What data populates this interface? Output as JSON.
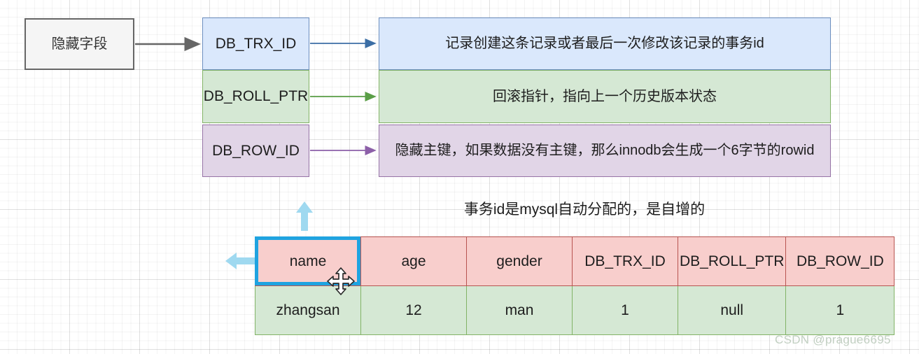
{
  "diagram": {
    "source": {
      "label": "隐藏字段"
    },
    "fields": [
      {
        "key": "trx",
        "label": "DB_TRX_ID",
        "description": "记录创建这条记录或者最后一次修改该记录的事务id",
        "fill": "#dae8fc",
        "stroke": "#6c8ebf"
      },
      {
        "key": "roll",
        "label": "DB_ROLL_PTR",
        "description": "回滚指针，指向上一个历史版本状态",
        "fill": "#d5e8d4",
        "stroke": "#82b366"
      },
      {
        "key": "row",
        "label": "DB_ROW_ID",
        "description": "隐藏主键，如果数据没有主键，那么innodb会生成一个6字节的rowid",
        "fill": "#e1d5e7",
        "stroke": "#9673a6"
      }
    ],
    "note": "事务id是mysql自动分配的，是自增的"
  },
  "table": {
    "headers": [
      "name",
      "age",
      "gender",
      "DB_TRX_ID",
      "DB_ROLL_PTR",
      "DB_ROW_ID"
    ],
    "rows": [
      [
        "zhangsan",
        "12",
        "man",
        "1",
        "null",
        "1"
      ]
    ],
    "selected_cell": "name",
    "header_fill": "#f8cecc",
    "header_stroke": "#b85450",
    "row_fill": "#d5e8d4",
    "row_stroke": "#82b366",
    "selection_color": "#1fa3e0"
  },
  "handles": {
    "up_arrow": "move-up-arrow",
    "left_arrow": "move-left-arrow",
    "color": "#9fd9f0"
  },
  "watermark": {
    "text": "CSDN @prague6695"
  }
}
